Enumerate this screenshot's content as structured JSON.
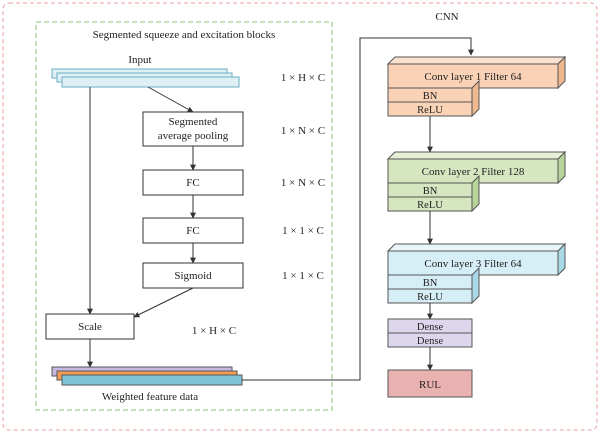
{
  "se_block": {
    "title": "Segmented squeeze and excitation blocks",
    "input_label": "Input",
    "seg_pool": [
      "Segmented",
      "average pooling"
    ],
    "fc1": "FC",
    "fc2": "FC",
    "sigmoid": "Sigmoid",
    "scale": "Scale",
    "output_label": "Weighted feature data",
    "dims": {
      "input": "1 × H × C",
      "pool": "1 × N × C",
      "fc1": "1 × N × C",
      "fc2": "1 × 1 × C",
      "sigmoid": "1 × 1 × C",
      "scale": "1 × H × C"
    }
  },
  "cnn": {
    "title": "CNN",
    "layers": [
      {
        "title": "Conv layer 1 Filter 64",
        "bn": "BN",
        "relu": "ReLU"
      },
      {
        "title": "Conv layer 2 Filter 128",
        "bn": "BN",
        "relu": "ReLU"
      },
      {
        "title": "Conv layer 3 Filter 64",
        "bn": "BN",
        "relu": "ReLU"
      }
    ],
    "dense1": "Dense",
    "dense2": "Dense",
    "output": "RUL"
  },
  "colors": {
    "outer_border": "#e8a0a0",
    "se_border": "#8cc66c",
    "input_fill": "#dff0f5",
    "stack_purple": "#c6b8e0",
    "stack_orange": "#f39a55",
    "stack_teal": "#7fc4d6",
    "layer1_fill": "#fad3b6",
    "layer2_fill": "#d6e6c0",
    "layer3_fill": "#d6eef5",
    "dense_fill": "#ded6ec",
    "rul_fill": "#eab1b1",
    "line": "#333333"
  }
}
